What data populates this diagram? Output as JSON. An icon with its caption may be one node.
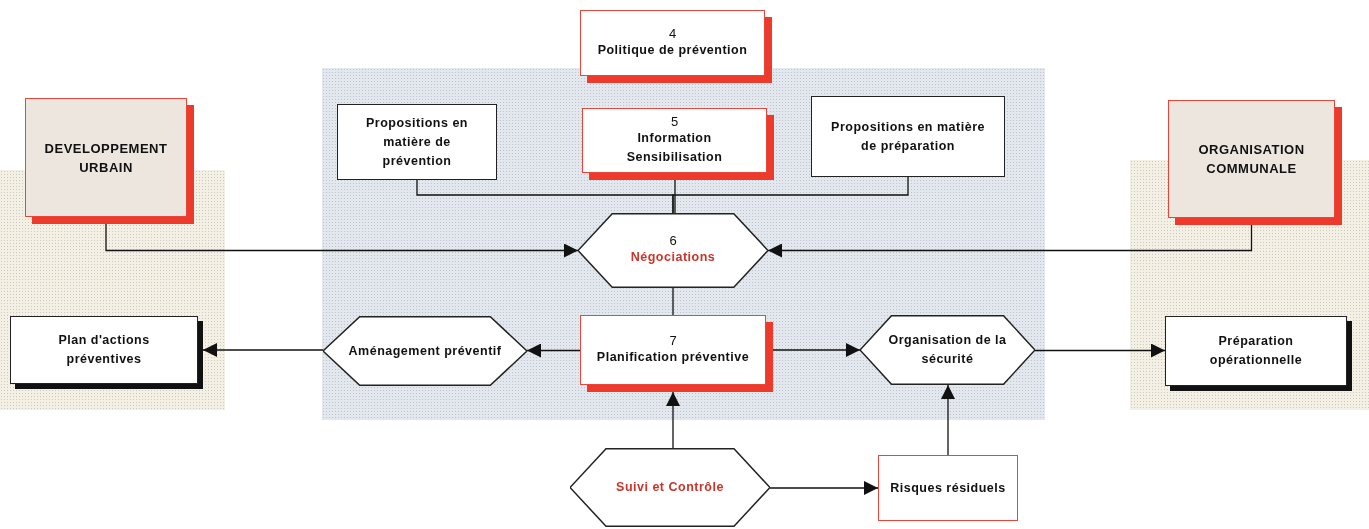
{
  "diagram": {
    "nodes": [
      {
        "text": [
          "4",
          "Politique de prévention"
        ]
      },
      {
        "text": [
          "Propositions en matière de prévention"
        ]
      },
      {
        "text": [
          "5",
          "Information Sensibilisation"
        ]
      },
      {
        "text": [
          "Propositions en matière de préparation"
        ]
      },
      {
        "text": [
          "DEVELOPPEMENT URBAIN"
        ]
      },
      {
        "text": [
          "ORGANISATION COMMUNALE"
        ]
      },
      {
        "text": [
          "6",
          "Négociations"
        ]
      },
      {
        "text": [
          "Plan d'actions préventives"
        ]
      },
      {
        "text": [
          "Aménagement préventif"
        ]
      },
      {
        "text": [
          "7",
          "Planification préventive"
        ]
      },
      {
        "text": [
          "Organisation de la sécurité"
        ]
      },
      {
        "text": [
          "Préparation opérationnelle"
        ]
      },
      {
        "text": [
          "Suivi et Contrôle"
        ]
      },
      {
        "text": [
          "Risques résiduels"
        ]
      }
    ],
    "edges": [
      {
        "from": 1,
        "to": 6,
        "arrow": "none"
      },
      {
        "from": 2,
        "to": 6,
        "arrow": "none"
      },
      {
        "from": 3,
        "to": 6,
        "arrow": "none"
      },
      {
        "from": 4,
        "to": 6,
        "arrow": "to"
      },
      {
        "from": 5,
        "to": 6,
        "arrow": "to"
      },
      {
        "from": 6,
        "to": 9,
        "arrow": "none"
      },
      {
        "from": 9,
        "to": 8,
        "arrow": "to"
      },
      {
        "from": 8,
        "to": 7,
        "arrow": "to"
      },
      {
        "from": 9,
        "to": 10,
        "arrow": "to"
      },
      {
        "from": 10,
        "to": 11,
        "arrow": "to"
      },
      {
        "from": 12,
        "to": 9,
        "arrow": "to"
      },
      {
        "from": 12,
        "to": 13,
        "arrow": "to"
      },
      {
        "from": 13,
        "to": 10,
        "arrow": "to"
      }
    ]
  }
}
